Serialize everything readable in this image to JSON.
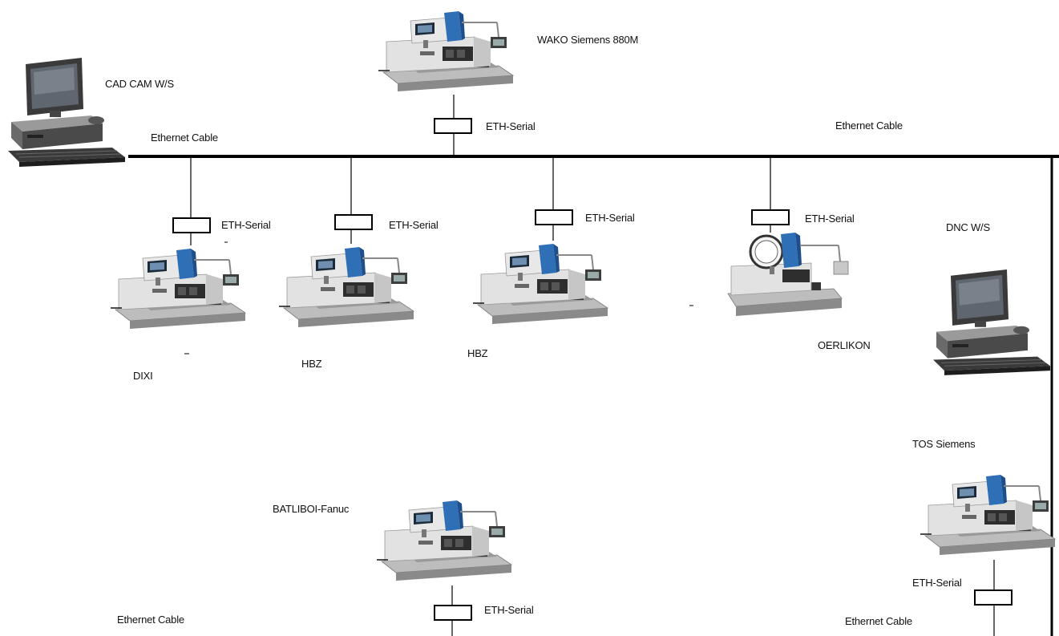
{
  "diagram": {
    "labels": {
      "cad_cam": "CAD CAM W/S",
      "dnc": "DNC W/S",
      "eth_cable_1": "Ethernet Cable",
      "eth_cable_2": "Ethernet Cable",
      "eth_cable_3": "Ethernet Cable",
      "eth_cable_4": "Ethernet Cable",
      "wako": "WAKO Siemens 880M",
      "dixi": "DIXI",
      "hbz_1": "HBZ",
      "hbz_2": "HBZ",
      "oerlikon": "OERLIKON",
      "tos": "TOS Siemens",
      "batliboi": "BATLIBOI-Fanuc",
      "eth_serial_wako": "ETH-Serial",
      "eth_serial_dixi": "ETH-Serial",
      "eth_serial_hbz1": "ETH-Serial",
      "eth_serial_hbz2": "ETH-Serial",
      "eth_serial_oerlikon": "ETH-Serial",
      "eth_serial_tos": "ETH-Serial",
      "eth_serial_batliboi": "ETH-Serial"
    },
    "colors": {
      "line": "#000000",
      "machine_blue": "#2f6fb5",
      "machine_body": "#d9d9d9",
      "machine_dark": "#4a4a4a",
      "monitor_frame": "#3a3a3a",
      "monitor_screen": "#5f6670"
    }
  }
}
